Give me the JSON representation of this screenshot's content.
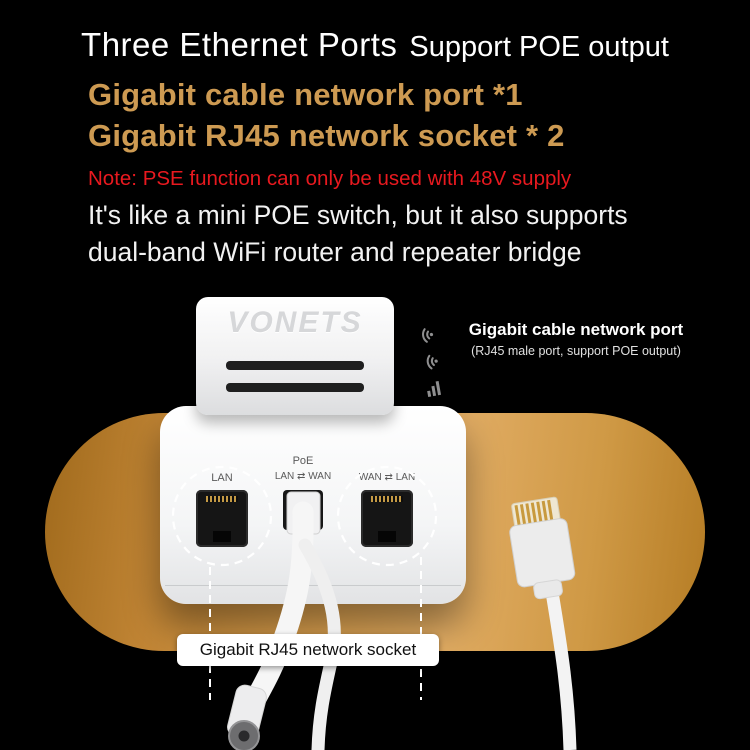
{
  "header": {
    "title_main": "Three Ethernet Ports",
    "title_sub": "Support POE output"
  },
  "features": {
    "line1": "Gigabit cable network port *1",
    "line2": "Gigabit RJ45 network socket * 2"
  },
  "note": "Note: PSE function can only be used with 48V supply",
  "description": {
    "line1": "It's like a mini POE switch, but it also supports",
    "line2": "dual-band WiFi router and repeater bridge"
  },
  "device": {
    "logo": "VONETS",
    "ports": {
      "lan": "LAN",
      "poe": "PoE",
      "center": "LAN ⇄ WAN",
      "wan": "WAN ⇄ LAN"
    },
    "icons": [
      "wifi-icon",
      "wifi-icon",
      "signal-strength-icon"
    ]
  },
  "callout": {
    "title": "Gigabit cable network port",
    "subtitle": "(RJ45 male port, support POE output)"
  },
  "bottom_label": "Gigabit RJ45 network socket",
  "colors": {
    "background": "#000000",
    "gold_text": "#cd9a52",
    "note_red": "#e8191f",
    "pill_gold_dark": "#a06a1c",
    "pill_gold_light": "#e0ab62",
    "device_white": "#f4f5f6"
  }
}
